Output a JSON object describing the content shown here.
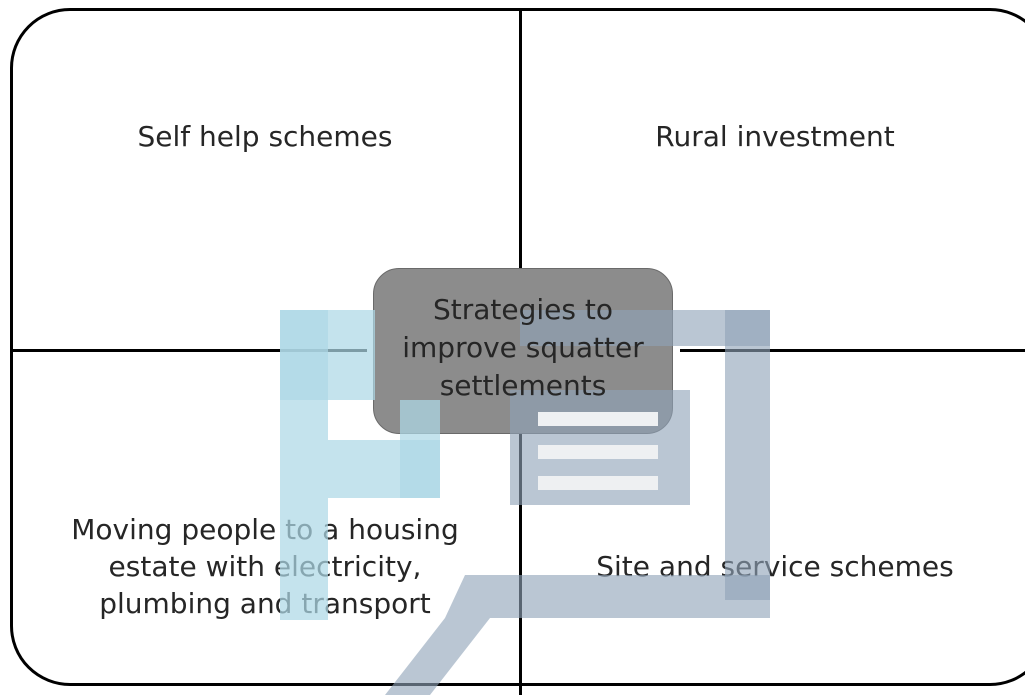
{
  "diagram": {
    "center": "Strategies to improve squatter settlements",
    "quadrants": {
      "top_left": "Self help schemes",
      "top_right": "Rural investment",
      "bottom_left": "Moving people to a housing estate with electricity, plumbing and transport",
      "bottom_right": "Site and service schemes"
    }
  },
  "colors": {
    "center_box": "#8c8c8c",
    "watermark_blue": "#add8e6",
    "watermark_slate": "#8fa3b8"
  }
}
